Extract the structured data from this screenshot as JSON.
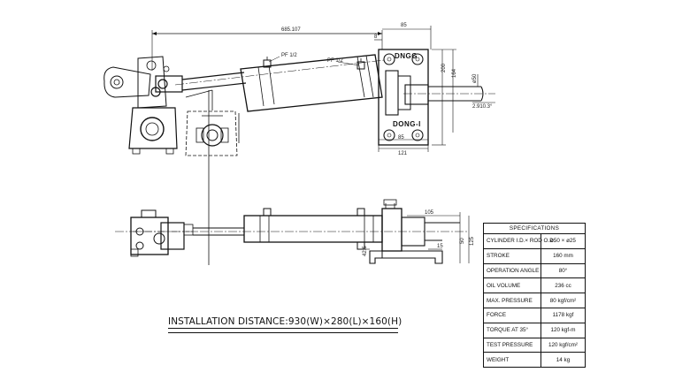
{
  "install_text": "INSTALLATION DISTANCE:930(W)×280(L)×160(H)",
  "brand": {
    "top": "DNGG",
    "bottom": "DONG-I"
  },
  "port_labels": {
    "left": "PF 1/2",
    "right": "PF 1/2"
  },
  "dimensions": {
    "overall": "685.107",
    "top_85": "85",
    "small_8": "8",
    "h_200": "200",
    "h_164": "164",
    "phi_50": "ø50",
    "stroke_dim": "2.910.3°",
    "bottom_85": "85",
    "bottom_121": "121",
    "side_105": "105",
    "side_15": "15",
    "side_50": "50",
    "side_125": "125",
    "side_425": "42.5"
  },
  "specifications": {
    "title": "SPECIFICATIONS",
    "rows": [
      {
        "key": "CYLINDER I.D.× ROD O.D.",
        "value": "ø50 × ø25"
      },
      {
        "key": "STROKE",
        "value": "160  mm"
      },
      {
        "key": "OPERATION ANGLE",
        "value": "80°"
      },
      {
        "key": "OIL VOLUME",
        "value": "236  cc"
      },
      {
        "key": "MAX. PRESSURE",
        "value": "80  kgf/cm²"
      },
      {
        "key": "FORCE",
        "value": "1178  kgf"
      },
      {
        "key": "TORQUE AT 35°",
        "value": "120  kgf-m"
      },
      {
        "key": "TEST PRESSURE",
        "value": "120  kgf/cm²"
      },
      {
        "key": "WEIGHT",
        "value": "14  kg"
      }
    ]
  }
}
